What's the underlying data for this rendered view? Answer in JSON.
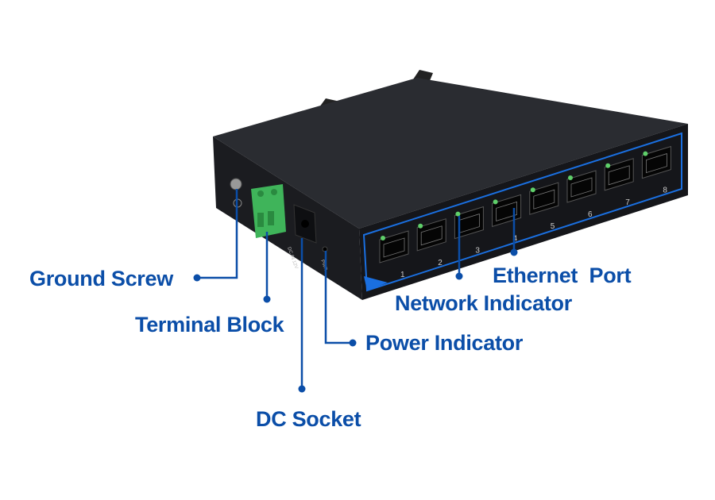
{
  "device": {
    "port_numbers": [
      "1",
      "2",
      "3",
      "4",
      "5",
      "6",
      "7",
      "8"
    ],
    "side_print": {
      "dc": "DC IN 12V",
      "pwr": "PWR"
    }
  },
  "callouts": {
    "ground_screw": "Ground Screw",
    "terminal_block": "Terminal Block",
    "dc_socket": "DC Socket",
    "power_indicator": "Power Indicator",
    "network_indicator": "Network Indicator",
    "ethernet_port": "Ethernet  Port"
  },
  "colors": {
    "callout": "#0b4ea8",
    "device": "#1c1e22",
    "accent": "#1a6fe0",
    "terminal": "#3fb45a",
    "led": "#5fd06a"
  }
}
